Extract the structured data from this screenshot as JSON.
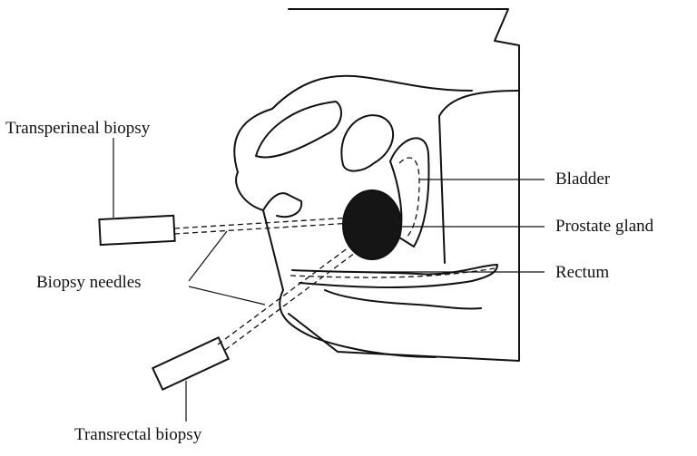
{
  "labels": {
    "transperineal": "Transperineal biopsy",
    "bladder": "Bladder",
    "prostate": "Prostate gland",
    "rectum": "Rectum",
    "needles": "Biopsy needles",
    "transrectal": "Transrectal biopsy"
  },
  "colors": {
    "ink": "#111111",
    "background": "#ffffff"
  }
}
